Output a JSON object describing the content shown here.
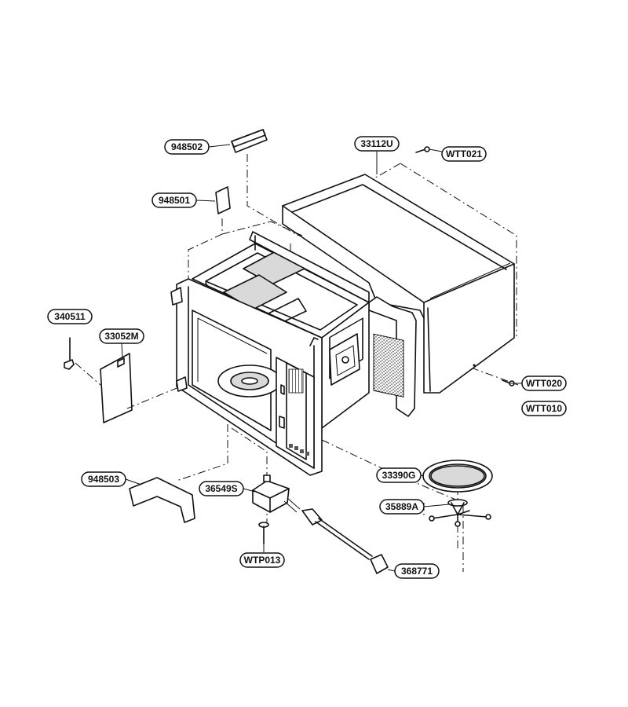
{
  "parts": {
    "p948502": "948502",
    "p33112U": "33112U",
    "pWTT021": "WTT021",
    "p948501": "948501",
    "p340511": "340511",
    "p33052M": "33052M",
    "pWTT020": "WTT020",
    "pWTT010": "WTT010",
    "p948503": "948503",
    "p36549S": "36549S",
    "p33390G": "33390G",
    "p35889A": "35889A",
    "pWTP013": "WTP013",
    "p368771": "368771"
  }
}
